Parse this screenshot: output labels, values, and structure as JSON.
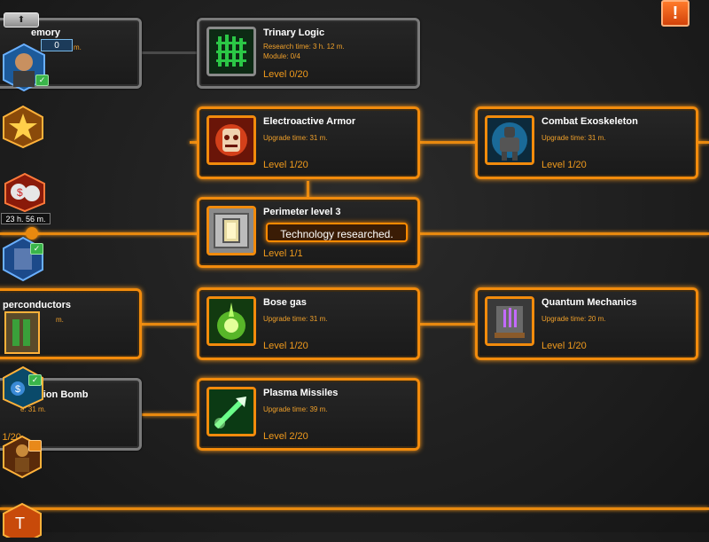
{
  "header": {
    "up_button_label": "⬆",
    "alert_label": "!",
    "player_count": "0"
  },
  "sidebar": {
    "timer": "23 h. 56 m."
  },
  "cards": {
    "memory": {
      "title": "emory",
      "meta1": "m."
    },
    "trinary": {
      "title": "Trinary Logic",
      "meta1": "Research time: 3 h. 12 m.",
      "meta2": "Module: 0/4",
      "level": "Level 0/20"
    },
    "electro": {
      "title": "Electroactive Armor",
      "meta1": "Upgrade time: 31 m.",
      "level": "Level 1/20"
    },
    "exo": {
      "title": "Combat Exoskeleton",
      "meta1": "Upgrade time: 31 m.",
      "level": "Level 1/20"
    },
    "perimeter": {
      "title": "Perimeter level 3",
      "toast": "Technology researched.",
      "level": "Level 1/1"
    },
    "superconductors": {
      "title": "perconductors",
      "meta1": "m."
    },
    "bose": {
      "title": "Bose gas",
      "meta1": "Upgrade time: 31 m.",
      "level": "Level 1/20"
    },
    "quantum": {
      "title": "Quantum Mechanics",
      "meta1": "Upgrade time: 20 m.",
      "level": "Level 1/20"
    },
    "bomb": {
      "title": "ation Bomb",
      "meta1": "e: 31 m.",
      "level": "l 1/20"
    },
    "plasma": {
      "title": "Plasma Missiles",
      "meta1": "Upgrade time: 39 m.",
      "level": "Level 2/20"
    }
  }
}
